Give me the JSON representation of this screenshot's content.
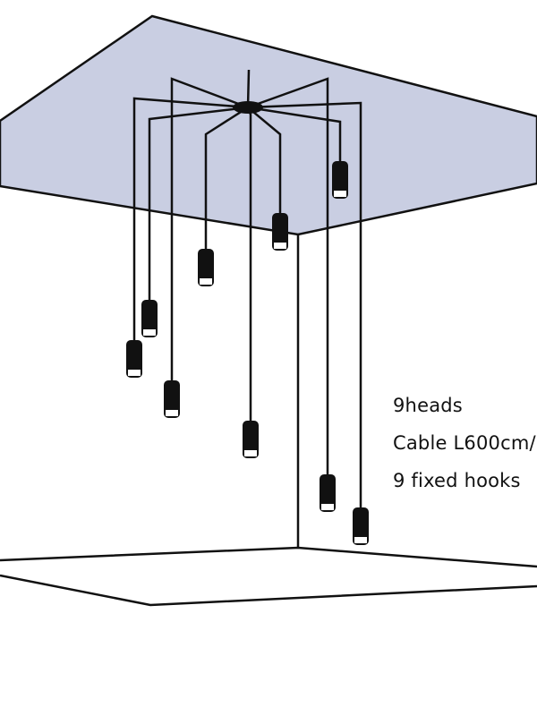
{
  "specs": {
    "heads": "9heads",
    "cable": "Cable L600cm/",
    "hooks": "9 fixed hooks"
  },
  "colors": {
    "ceiling": "#c9cee2",
    "line": "#111111",
    "pendant": "#111111"
  }
}
